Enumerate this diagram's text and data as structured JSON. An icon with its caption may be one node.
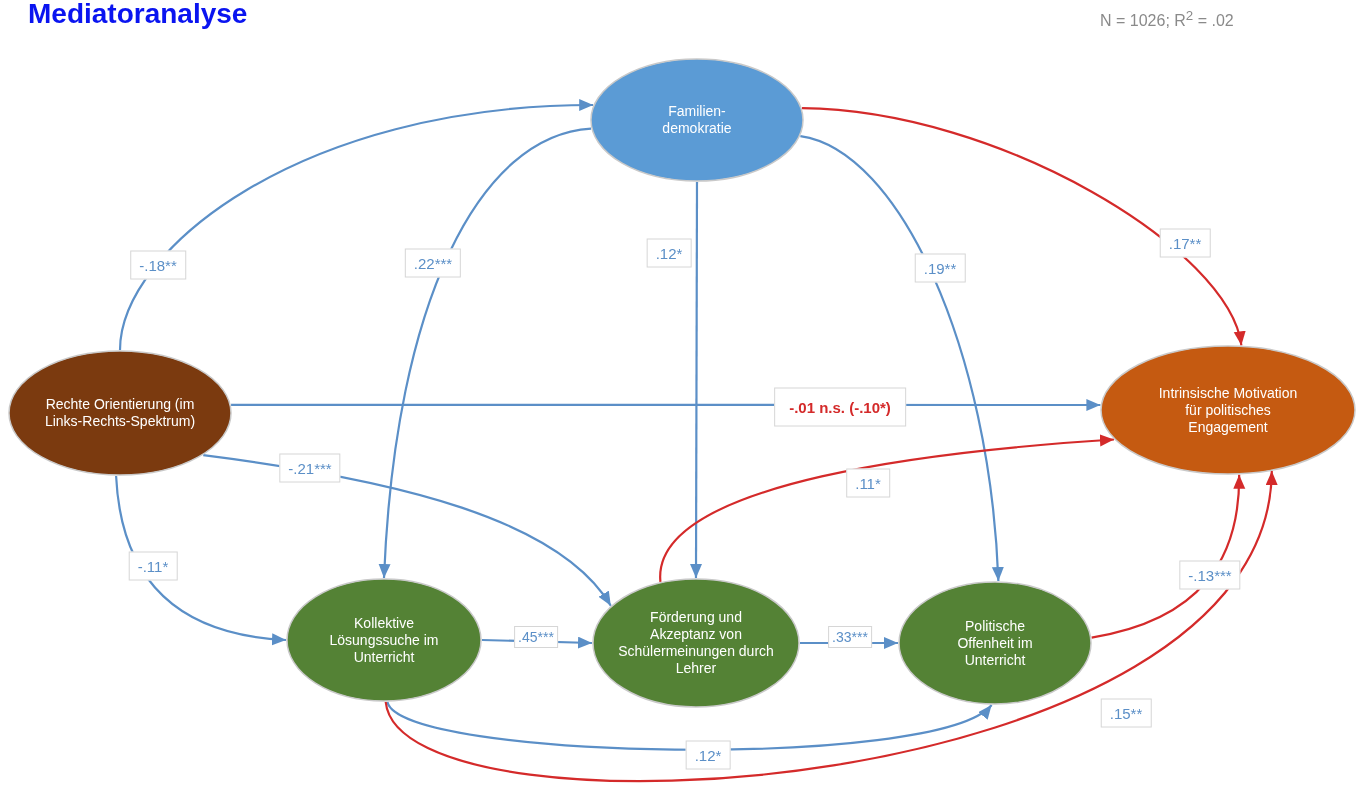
{
  "diagram": {
    "title": "Mediatoranalyse",
    "nodes": [
      {
        "text": [
          "Familien-demokratie"
        ]
      },
      {
        "text": [
          "Rechte Orientierung (im Links-Rechts-Spektrum)"
        ]
      },
      {
        "text": [
          "Intrinsische Motivation für politisches Engagement"
        ]
      },
      {
        "text": [
          "Kollektive Lösungssuche im Unterricht"
        ]
      },
      {
        "text": [
          "Förderung und Akzeptanz von Schülermeinungen durch Lehrer"
        ]
      },
      {
        "text": [
          "Politische Offenheit im Unterricht"
        ]
      }
    ],
    "edges": [
      {
        "from": 1,
        "to": 0,
        "arrow": "to",
        "label": "-.18**"
      },
      {
        "from": 0,
        "to": 3,
        "arrow": "to",
        "label": ".22***"
      },
      {
        "from": 0,
        "to": 4,
        "arrow": "to",
        "label": ".12*"
      },
      {
        "from": 0,
        "to": 5,
        "arrow": "to",
        "label": ".19**"
      },
      {
        "from": 0,
        "to": 2,
        "arrow": "to",
        "label": ".17**",
        "color": "#d42a2a"
      },
      {
        "from": 1,
        "to": 2,
        "arrow": "to",
        "label": "-.01 n.s. (-.10*)"
      },
      {
        "from": 1,
        "to": 4,
        "arrow": "to",
        "label": "-.21***"
      },
      {
        "from": 1,
        "to": 3,
        "arrow": "to",
        "label": "-.11*"
      },
      {
        "from": 3,
        "to": 4,
        "arrow": "to",
        "label": ".45***"
      },
      {
        "from": 4,
        "to": 5,
        "arrow": "to",
        "label": ".33***"
      },
      {
        "from": 4,
        "to": 2,
        "arrow": "to",
        "label": ".11*",
        "color": "#d42a2a"
      },
      {
        "from": 5,
        "to": 2,
        "arrow": "to",
        "label": "-.13***",
        "color": "#d42a2a"
      },
      {
        "from": 3,
        "to": 5,
        "arrow": "to",
        "label": ".12*"
      },
      {
        "from": 3,
        "to": 2,
        "arrow": "to",
        "label": ".15**",
        "color": "#d42a2a"
      }
    ],
    "labels": [
      "N = 1026; R$^{2}$ = .02"
    ]
  }
}
